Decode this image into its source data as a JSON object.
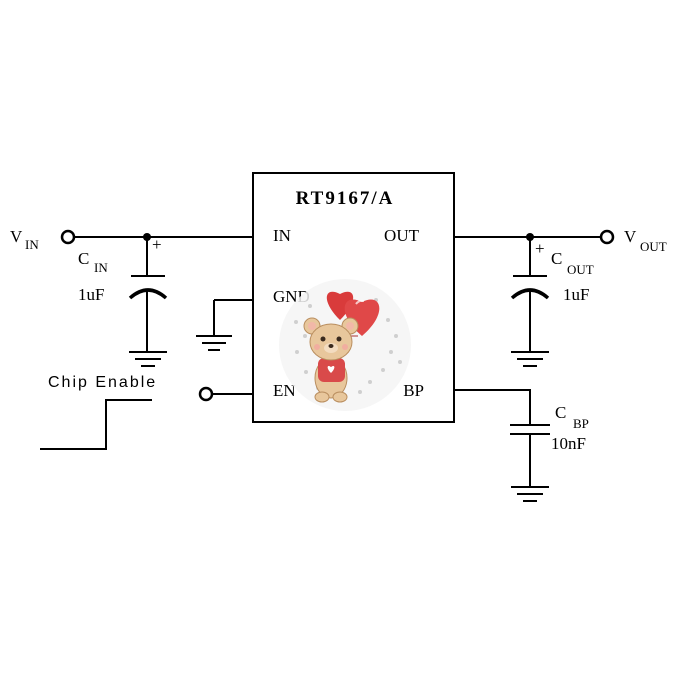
{
  "chip": {
    "name": "RT9167/A",
    "pins": {
      "in": "IN",
      "out": "OUT",
      "gnd": "GND",
      "en": "EN",
      "bp": "BP"
    }
  },
  "vin": {
    "main": "V",
    "sub": "IN"
  },
  "vout": {
    "main": "V",
    "sub": "OUT"
  },
  "cin": {
    "main": "C",
    "sub": "IN",
    "value": "1uF"
  },
  "cout": {
    "main": "C",
    "sub": "OUT",
    "value": "1uF"
  },
  "cbp": {
    "main": "C",
    "sub": "BP",
    "value": "10nF"
  },
  "chip_enable": {
    "label": "Chip Enable"
  },
  "polarity": {
    "plus": "+"
  },
  "icons": {
    "overlay": "teddy-bear-with-heart-balloon-icon"
  },
  "colors": {
    "line": "#000000",
    "heart": "#e03a3a",
    "bear": "#e8c79c"
  }
}
